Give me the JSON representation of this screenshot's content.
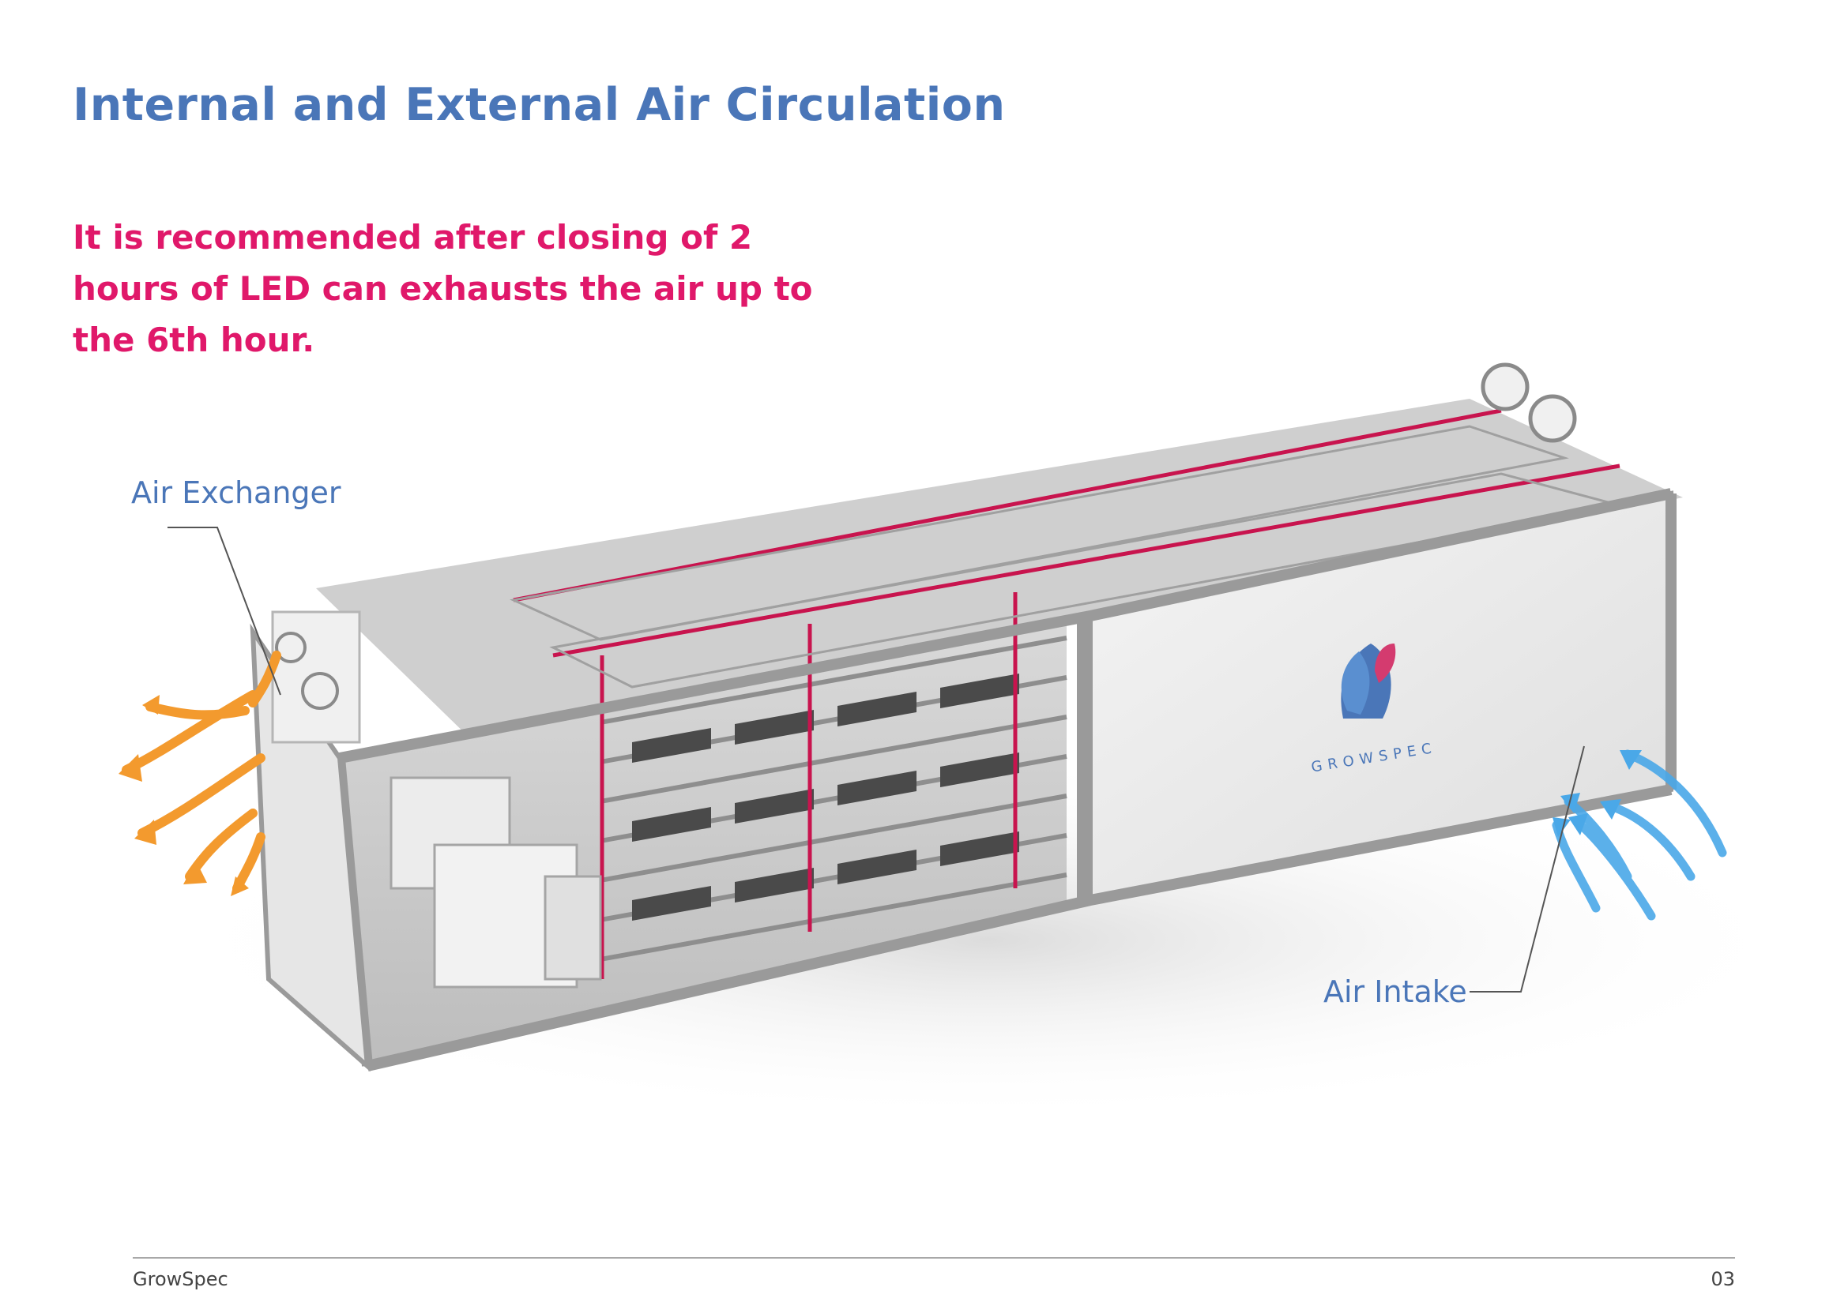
{
  "page": {
    "title": "Internal and External Air Circulation",
    "note_lines": [
      "It is recommended after closing of 2",
      "hours of LED can exhausts the air up to",
      "the 6th hour."
    ]
  },
  "illustration": {
    "callouts": {
      "air_exchanger": "Air Exchanger",
      "air_intake": "Air Intake"
    },
    "container_brand": "GROWSPEC",
    "colors": {
      "exhaust_arrows": "#f39a2e",
      "intake_arrows": "#4aa8e8",
      "rack_frame": "#c8144e",
      "title": "#4a76b8",
      "note": "#e0186a"
    }
  },
  "footer": {
    "brand": "GrowSpec",
    "page_number": "03"
  }
}
